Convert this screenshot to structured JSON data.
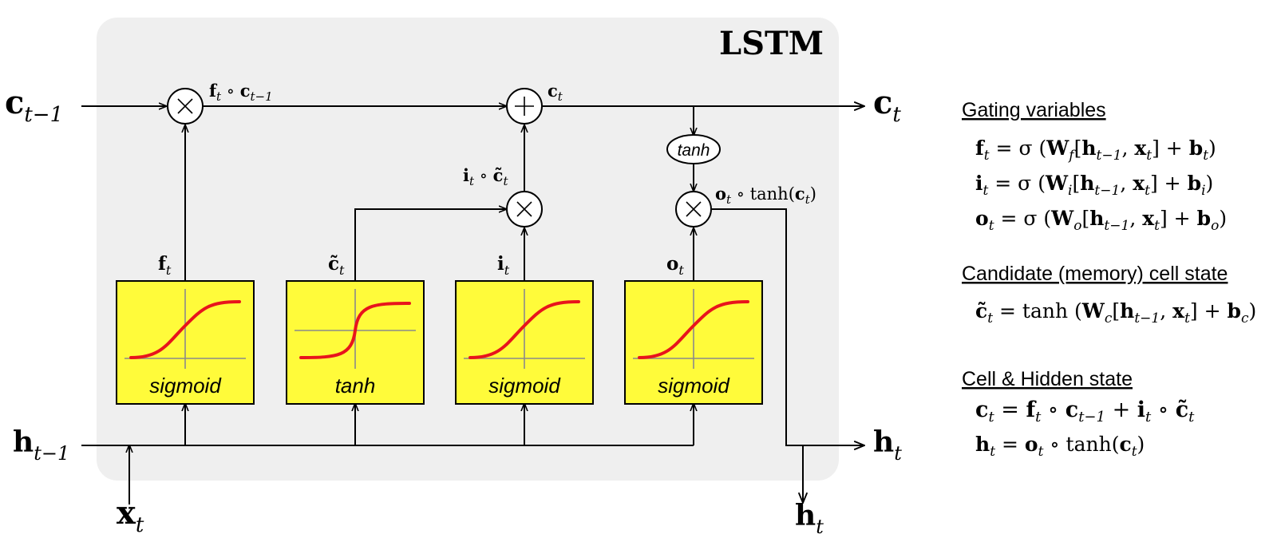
{
  "title": "LSTM",
  "inputs": {
    "c_prev": "c",
    "c_prev_sub": "t−1",
    "h_prev": "h",
    "h_prev_sub": "t−1",
    "x": "x",
    "x_sub": "t"
  },
  "outputs": {
    "c_out": "c",
    "c_out_sub": "t",
    "h_out": "h",
    "h_out_sub": "t",
    "h_down": "h",
    "h_down_sub": "t"
  },
  "gates": [
    {
      "func": "sigmoid",
      "out": "f",
      "out_sub": "t"
    },
    {
      "func": "tanh",
      "out": "c̃",
      "out_sub": "t"
    },
    {
      "func": "sigmoid",
      "out": "i",
      "out_sub": "t"
    },
    {
      "func": "sigmoid",
      "out": "o",
      "out_sub": "t"
    }
  ],
  "labels": {
    "forget_product": {
      "a": "f",
      "a_sub": "t",
      "op": " ∘ ",
      "b": "c",
      "b_sub": "t−1"
    },
    "cell_state": {
      "a": "c",
      "a_sub": "t"
    },
    "input_product": {
      "a": "i",
      "a_sub": "t",
      "op": " ∘ ",
      "b": "c̃",
      "b_sub": "t"
    },
    "output_product": {
      "a": "o",
      "a_sub": "t",
      "op": " ∘ tanh(",
      "b": "c",
      "b_sub": "t",
      "close": ")"
    },
    "tanh_node": "tanh"
  },
  "operators": {
    "multiply": "×",
    "add": "+"
  },
  "equations": {
    "gating_title": "Gating variables",
    "candidate_title": "Candidate (memory) cell state",
    "cell_hidden_title": "Cell & Hidden state"
  },
  "colors": {
    "panel": "#efefef",
    "gate_box": "#fffb3a",
    "curve": "#e8141c",
    "axis": "#8a8a8a"
  }
}
